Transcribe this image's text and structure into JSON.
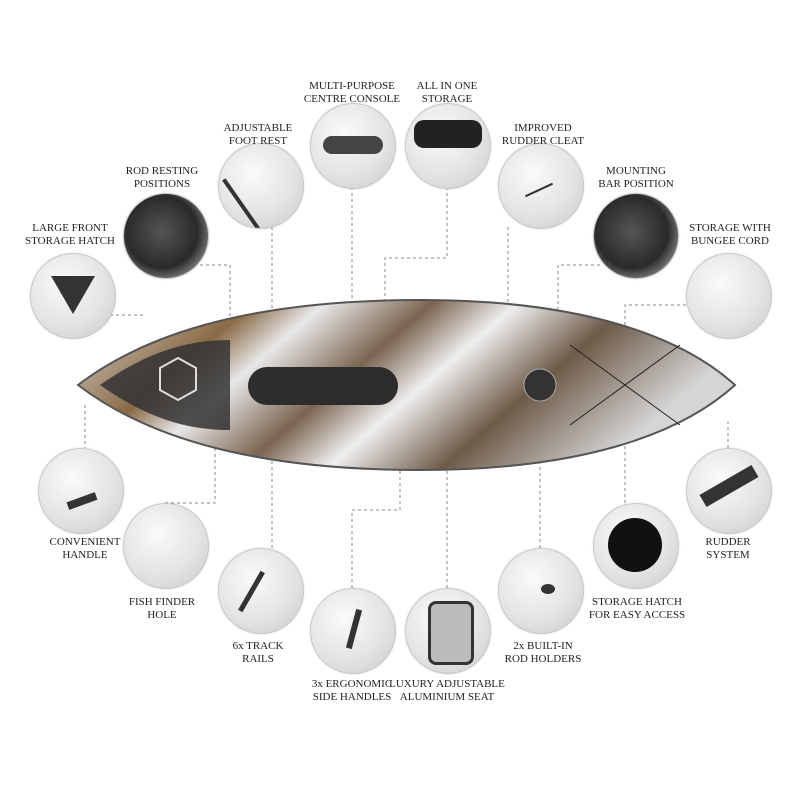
{
  "features_top": [
    {
      "id": "large-front-storage-hatch",
      "line1": "LARGE FRONT",
      "line2": "STORAGE HATCH"
    },
    {
      "id": "rod-resting-positions",
      "line1": "ROD RESTING",
      "line2": "POSITIONS"
    },
    {
      "id": "adjustable-foot-rest",
      "line1": "ADJUSTABLE",
      "line2": "FOOT REST"
    },
    {
      "id": "multi-purpose-centre-console",
      "line1": "MULTI-PURPOSE",
      "line2": "CENTRE CONSOLE"
    },
    {
      "id": "all-in-one-storage",
      "line1": "ALL IN ONE",
      "line2": "STORAGE"
    },
    {
      "id": "improved-rudder-cleat",
      "line1": "IMPROVED",
      "line2": "RUDDER CLEAT"
    },
    {
      "id": "mounting-bar-position",
      "line1": "MOUNTING",
      "line2": "BAR POSITION"
    },
    {
      "id": "storage-with-bungee-cord",
      "line1": "STORAGE WITH",
      "line2": "BUNGEE CORD"
    }
  ],
  "features_bottom": [
    {
      "id": "convenient-handle",
      "line1": "CONVENIENT",
      "line2": "HANDLE"
    },
    {
      "id": "fish-finder-hole",
      "line1": "FISH FINDER",
      "line2": "HOLE"
    },
    {
      "id": "track-rails",
      "line1": "6x TRACK",
      "line2": "RAILS"
    },
    {
      "id": "side-handles",
      "line1": "3x ERGONOMIC",
      "line2": "SIDE HANDLES"
    },
    {
      "id": "aluminium-seat",
      "line1": "LUXURY ADJUSTABLE",
      "line2": "ALUMINIUM SEAT"
    },
    {
      "id": "rod-holders",
      "line1": "2x BUILT-IN",
      "line2": "ROD HOLDERS"
    },
    {
      "id": "storage-hatch-easy-access",
      "line1": "STORAGE HATCH",
      "line2": "FOR EASY ACCESS"
    },
    {
      "id": "rudder-system",
      "line1": "RUDDER",
      "line2": "SYSTEM"
    }
  ],
  "colors": {
    "hull_light": "#e6e6e6",
    "hull_brown": "#8a6a45",
    "hull_dark": "#3a3a3a",
    "line": "#888888"
  }
}
